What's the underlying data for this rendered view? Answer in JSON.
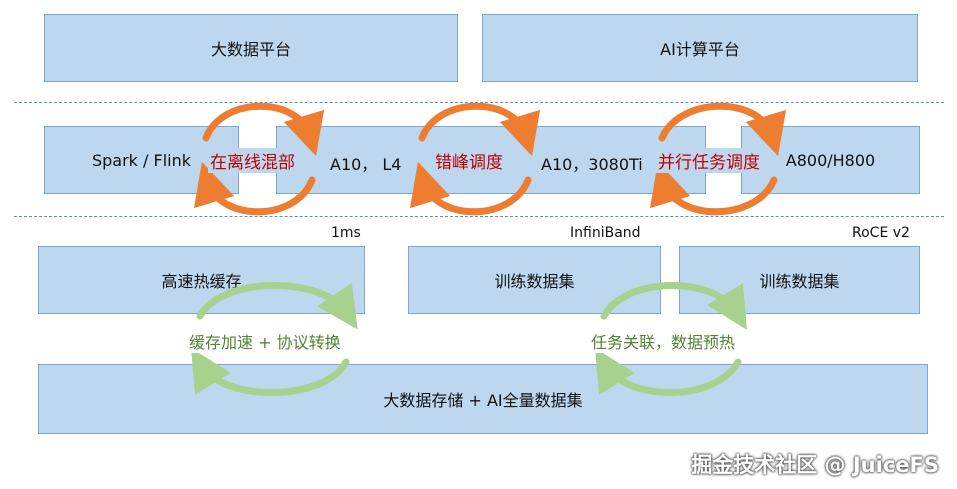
{
  "top": {
    "bigdata_platform": "大数据平台",
    "ai_platform": "AI计算平台"
  },
  "middle": {
    "spark_flink": "Spark / Flink",
    "a10_l4": "A10， L4",
    "a10_3080ti": "A10，3080Ti",
    "a800_h800": "A800/H800",
    "offline_mix": "在离线混部",
    "peak_shift": "错峰调度",
    "parallel_sched": "并行任务调度"
  },
  "network": {
    "latency": "1ms",
    "infiniband": "InfiniBand",
    "roce": "RoCE v2"
  },
  "bottom": {
    "hot_cache": "高速热缓存",
    "train_set_1": "训练数据集",
    "train_set_2": "训练数据集",
    "cache_accel": "缓存加速 + 协议转换",
    "task_assoc": "任务关联，数据预热",
    "storage": "大数据存储 + AI全量数据集"
  },
  "watermark": "掘金技术社区 @ JuiceFS",
  "colors": {
    "box_fill": "#bdd7ee",
    "box_border": "#7ba7d6",
    "orange_arrow": "#ed7d31",
    "green_arrow": "#a9d18e",
    "red_text": "#c00000",
    "green_text": "#548235"
  }
}
